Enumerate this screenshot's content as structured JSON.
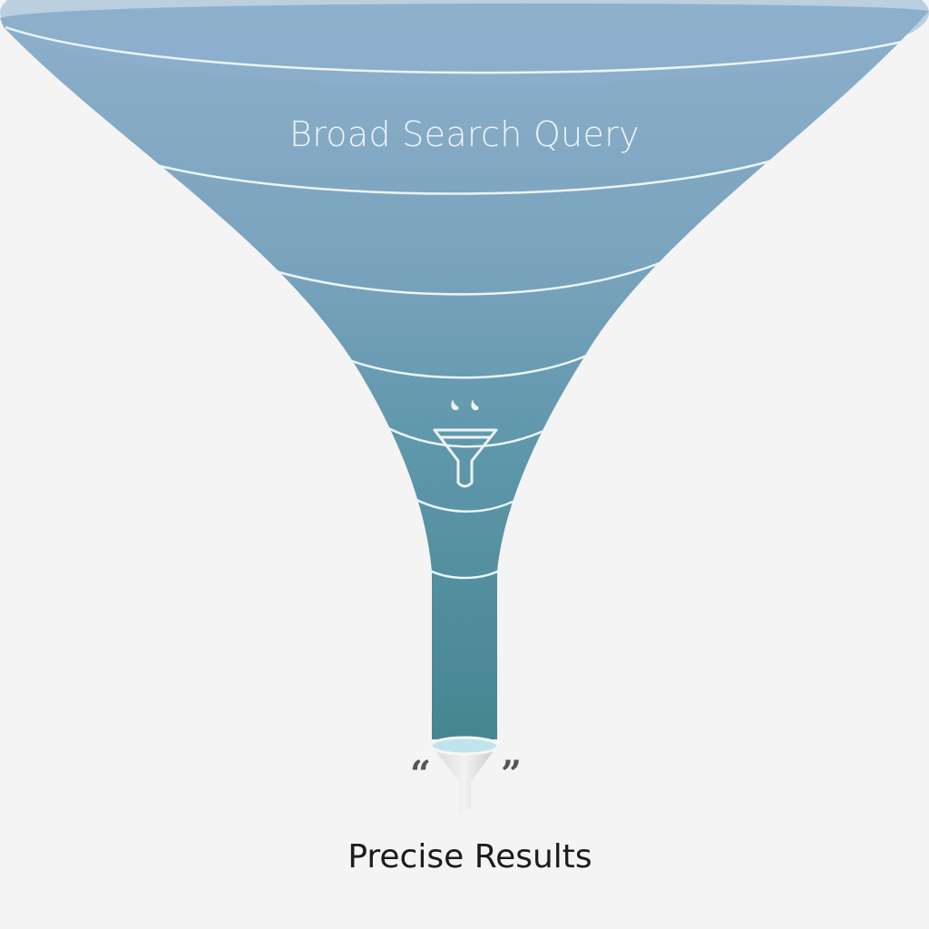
{
  "diagram": {
    "type": "funnel",
    "top_label": "Broad Search Query",
    "bottom_label": "Precise Results",
    "icons": [
      "quote-marks-icon",
      "filter-funnel-icon",
      "small-funnel-icon"
    ],
    "quotes": {
      "open": "“",
      "close": "”"
    },
    "colors": {
      "background": "#f4f4f4",
      "funnel_top": "#8aaecb",
      "funnel_bottom": "#4a8a98",
      "ring": "#e8f4f8",
      "label_dark": "#1c1c1c"
    },
    "bands": 7
  }
}
